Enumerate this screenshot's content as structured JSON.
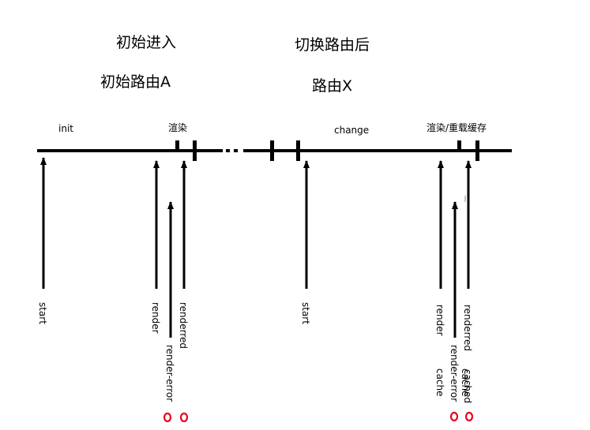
{
  "headings": {
    "initial_enter": "初始进入",
    "initial_route": "初始路由A",
    "after_switch": "切换路由后",
    "route_x": "路由X"
  },
  "timeline": {
    "init": "init",
    "render_phase": "渲染",
    "change": "change",
    "render_reload_cache": "渲染/重载缓存"
  },
  "events": {
    "start_1": "start",
    "render_1": "render",
    "render_error_1": "render-error",
    "renderred_1": "renderred",
    "start_2": "start",
    "render_cache_line1": "render",
    "render_cache_line2": "cache",
    "render_error_cache_line1": "render-error",
    "render_error_cache_line2": "cache",
    "renderred_cached_line1": "renderred",
    "renderred_cached_line2": "cached"
  },
  "marker_color": "#e8001c"
}
